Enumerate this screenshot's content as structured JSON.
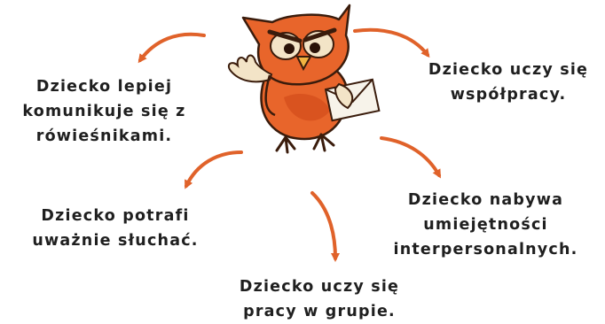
{
  "center": {
    "icon": "owl-mascot-holding-envelope-icon"
  },
  "colors": {
    "arrow": "#e0622a",
    "owl_body": "#e8652b",
    "owl_dark": "#b8431a",
    "owl_cream": "#f3e4c7",
    "text": "#1f1f1f"
  },
  "outcomes": [
    {
      "id": "communicates",
      "text": "Dziecko lepiej\nkomunikuje się z\nrówieśnikami."
    },
    {
      "id": "cooperation",
      "text": "Dziecko uczy się\nwspółpracy."
    },
    {
      "id": "listening",
      "text": "Dziecko potrafi\nuważnie słuchać."
    },
    {
      "id": "interpersonal",
      "text": "Dziecko nabywa\numiejętności\ninterpersonalnych."
    },
    {
      "id": "group-work",
      "text": "Dziecko uczy się\npracy w grupie."
    }
  ]
}
